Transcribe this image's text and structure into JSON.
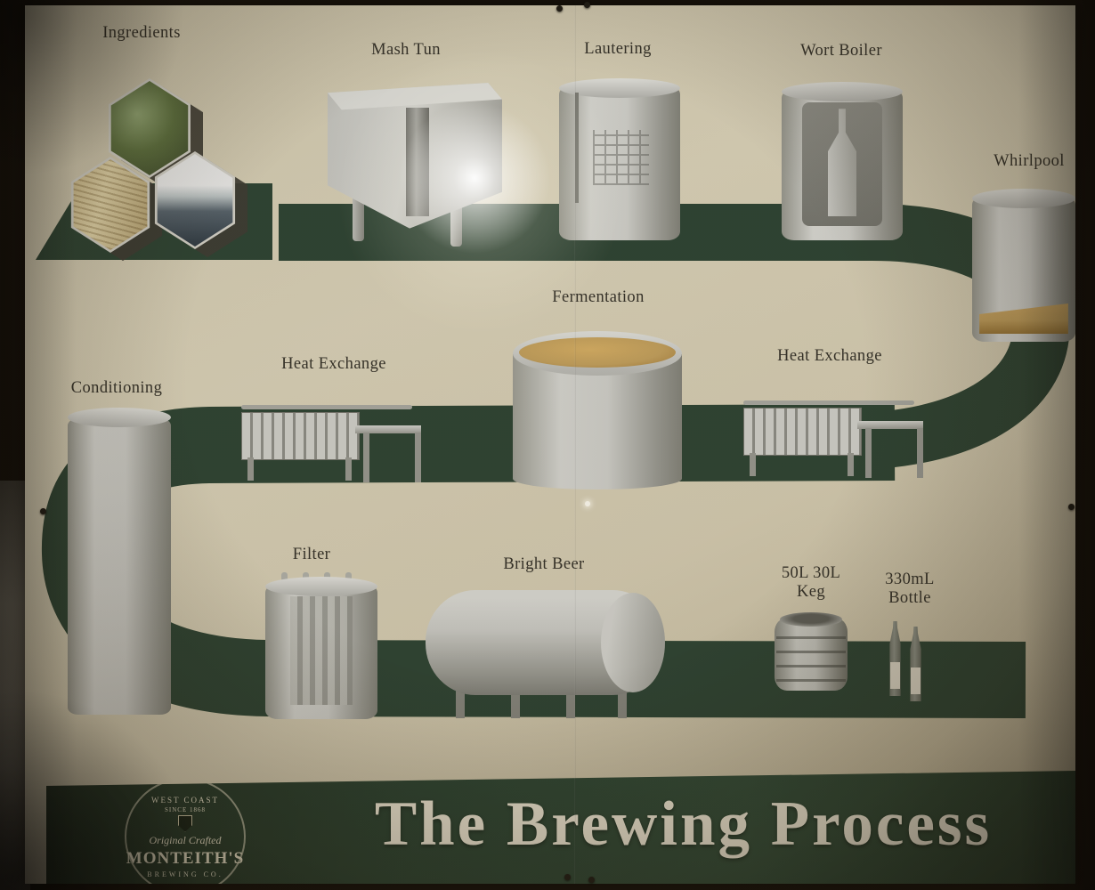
{
  "poster": {
    "title": "The Brewing Process",
    "brand": {
      "arc": "WEST COAST",
      "since": "SINCE 1868",
      "script": "Original Crafted",
      "name": "MONTEITH'S",
      "co": "BREWING CO."
    }
  },
  "stages": [
    {
      "id": "ingredients",
      "label": "Ingredients"
    },
    {
      "id": "mash-tun",
      "label": "Mash Tun"
    },
    {
      "id": "lautering",
      "label": "Lautering"
    },
    {
      "id": "wort-boiler",
      "label": "Wort Boiler"
    },
    {
      "id": "whirlpool",
      "label": "Whirlpool"
    },
    {
      "id": "fermentation",
      "label": "Fermentation"
    },
    {
      "id": "heat-exchange-right",
      "label": "Heat Exchange"
    },
    {
      "id": "heat-exchange-left",
      "label": "Heat Exchange"
    },
    {
      "id": "conditioning",
      "label": "Conditioning"
    },
    {
      "id": "filter",
      "label": "Filter"
    },
    {
      "id": "bright-beer",
      "label": "Bright Beer"
    },
    {
      "id": "keg",
      "label": "50L 30L\nKeg"
    },
    {
      "id": "bottle",
      "label": "330mL\nBottle"
    }
  ],
  "colors": {
    "poster_cream": "#d9d2ba",
    "path_green": "#2c4334",
    "banner_green": "#2a4232",
    "label_ink": "#33312a",
    "title_cream": "#f0ead8",
    "liquid_amber": "#c2a05e",
    "vessel_grey": "#c8c9c5"
  }
}
